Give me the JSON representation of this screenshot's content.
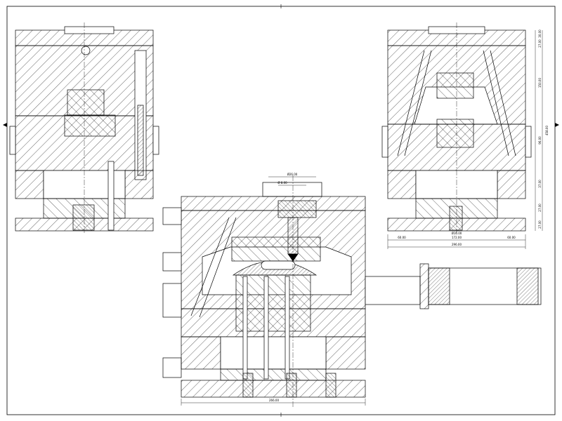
{
  "drawing": {
    "colors": {
      "line": "#000000",
      "paper": "#ffffff"
    },
    "bottom_view": {
      "dim_top_outer": "Ø26.00",
      "dim_top_inner": "Ø 8.00",
      "dim_overall_width": "266.00"
    },
    "right_view": {
      "dim_side_1": "30.00",
      "dim_side_2": "27.00",
      "dim_side_3": "150.00",
      "dim_side_4": "96.00",
      "dim_side_5": "458.00",
      "dim_side_6": "37.00",
      "dim_side_7": "27.00",
      "dim_side_8": "27.00",
      "dim_bottom_left": "60.00",
      "dim_bottom_small": "Ø16.00",
      "dim_bottom_mid": "172.00",
      "dim_bottom_right": "60.00",
      "dim_bottom_total": "296.00"
    }
  }
}
